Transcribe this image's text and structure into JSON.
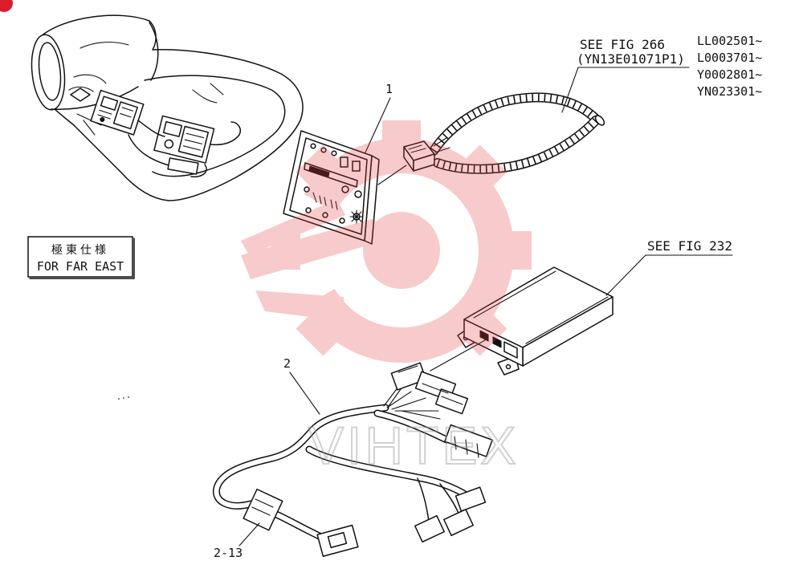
{
  "figure": {
    "callouts": {
      "item_1": "1",
      "item_2": "2",
      "item_2_13": "2-13"
    },
    "harness_reference": {
      "see_fig": "SEE FIG 266",
      "part_number": "(YN13E01071P1)"
    },
    "serial_ranges": [
      "LL002501~",
      "L0003701~",
      "Y0002801~",
      "YN023301~"
    ],
    "controller_reference": {
      "see_fig": "SEE FIG 232"
    },
    "spec_box": {
      "japanese": "極東仕様",
      "english": "FOR FAR EAST"
    },
    "watermark_text": "VIHTEX",
    "colors": {
      "line": "#111111",
      "background": "#ffffff",
      "watermark_logo": "#e23b3b",
      "watermark_text": "#9a9a9a",
      "corner_badge": "#d81e2a"
    }
  }
}
